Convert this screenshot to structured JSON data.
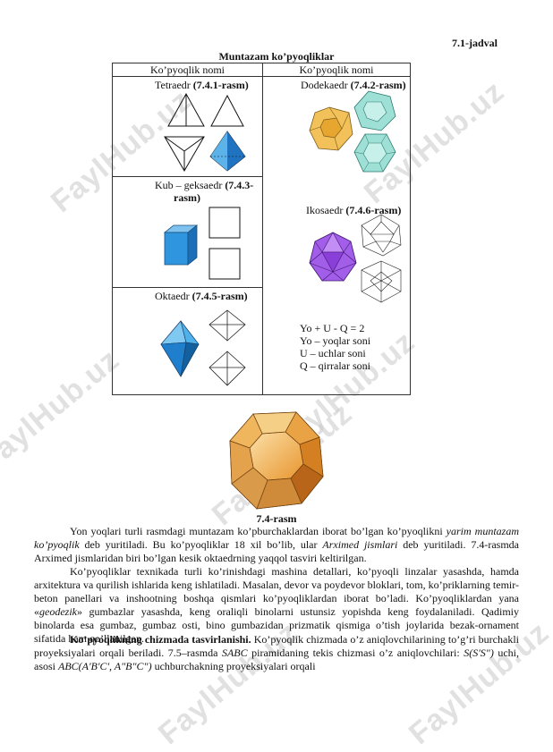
{
  "watermark": "FaylHub.uz",
  "table_label": "7.1-jadval",
  "table_title": "Muntazam ko’pyoqliklar",
  "table": {
    "header_left": "Ko’pyoqlik nomi",
    "header_right": "Ko’pyoqlik nomi",
    "tetra_name": "Tetraedr ",
    "tetra_ref": "(7.4.1-rasm)",
    "dodeca_name": "Dodekaedr ",
    "dodeca_ref": "(7.4.2-rasm)",
    "cube_name": "Kub – geksaedr ",
    "cube_ref_a": "(7.4.3-",
    "cube_ref_b": "rasm)",
    "icosa_name": "Ikosaedr ",
    "icosa_ref": "(7.4.6-rasm)",
    "octa_name": "Oktaedr ",
    "octa_ref": "(7.4.5-rasm)",
    "formula": "Yo + U - Q = 2",
    "legend_1": "Yo – yoqlar soni",
    "legend_2": "U – uchlar soni",
    "legend_3": "Q – qirralar soni"
  },
  "figure_caption": "7.4-rasm",
  "paragraph_1": {
    "a": "Yon yoqlari turli rasmdagi muntazam ko’pburchaklardan iborat bo’lgan ko’pyoqlikni ",
    "b": "yarim muntazam ko’pyoqlik",
    "c": " deb yuritiladi. Bu ko’pyoqliklar 18 xil bo’lib, ular ",
    "d": "Arximed jismlari",
    "e": " deb yuritiladi. 7.4-rasmda Arximed jismlaridan biri bo’lgan kesik oktaedrning yaqqol tasviri keltirilgan."
  },
  "paragraph_2": {
    "a": "Ko’pyoqliklar texnikada turli ko’rinishdagi mashina detallari, ko’pyoqli linzalar yasashda, hamda arxitektura va qurilish ishlarida keng ishlatiladi. Masalan, devor va poydevor bloklari, tom, ko’priklarning temir-beton panellari va inshootning boshqa qismlari ko’pyoqliklardan iborat bo’ladi. Ko’pyoqliklardan yana «",
    "b": "geodezik",
    "c": "» gumbazlar yasashda, keng oraliqli binolarni ustunsiz yopishda keng foydalaniladi. Qadimiy binolarda esa gumbaz, gumbaz osti, bino gumbazidan prizmatik qismiga o’tish joylarida bezak-ornament sifatida ham qo’llanilgan."
  },
  "paragraph_3": {
    "a": "Ko’pyoqlikning chizmada tasvirlanishi.",
    "b": " Ko’pyoqlik chizmada o’z aniqlovchilarining to’g’ri burchakli proyeksiyalari orqali beriladi. 7.5–rasmda ",
    "c": "SABC",
    "d": " piramidaning tekis chizmasi o’z aniqlovchilari: ",
    "e": "S(S'S\")",
    "f": " uchi, asosi ",
    "g": "ABC(A'B'C',  A\"B\"C\")",
    "h": " uchburchakning proyeksiyalari orqali"
  }
}
